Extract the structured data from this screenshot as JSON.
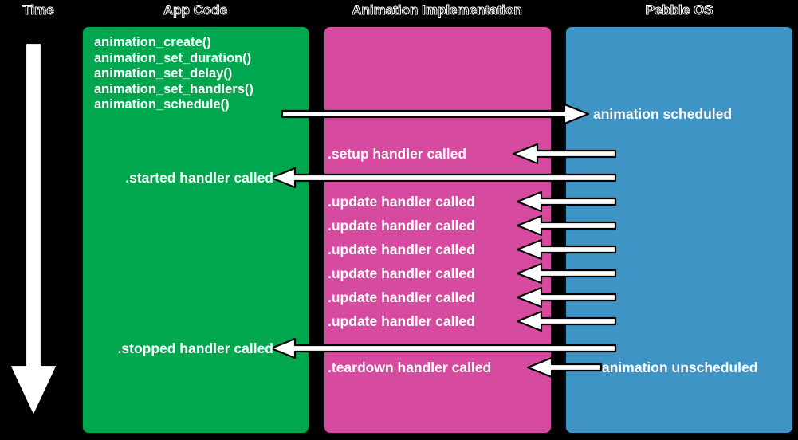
{
  "diagram": {
    "title_columns": [
      {
        "id": "time",
        "label": "Time"
      },
      {
        "id": "app",
        "label": "App Code"
      },
      {
        "id": "anim",
        "label": "Animation Implementation"
      },
      {
        "id": "pebble",
        "label": "Pebble OS"
      }
    ],
    "colors": {
      "background": "#000000",
      "app_code": "#00a74e",
      "animation_implementation": "#d64ba0",
      "pebble_os": "#3f94c6",
      "arrow_fill": "#ffffff",
      "arrow_stroke": "#000000",
      "text": "#ffffff"
    },
    "time_axis": {
      "label": "Time",
      "direction": "downward",
      "icon": "down-arrow-icon"
    },
    "app_code_calls": [
      "animation_create()",
      "animation_set_duration()",
      "animation_set_delay()",
      "animation_set_handlers()",
      "animation_schedule()"
    ],
    "messages": [
      {
        "id": "animation-scheduled",
        "label": "animation scheduled",
        "lane": "pebble",
        "direction": "right",
        "from": "app",
        "to": "pebble"
      },
      {
        "id": "setup-handler",
        "label": ".setup handler called",
        "lane": "anim",
        "direction": "left",
        "from": "pebble",
        "to": "anim"
      },
      {
        "id": "started-handler",
        "label": ".started handler called",
        "lane": "app",
        "direction": "left",
        "from": "pebble",
        "to": "app"
      },
      {
        "id": "update-handler-1",
        "label": ".update handler called",
        "lane": "anim",
        "direction": "left",
        "from": "pebble",
        "to": "anim"
      },
      {
        "id": "update-handler-2",
        "label": ".update handler called",
        "lane": "anim",
        "direction": "left",
        "from": "pebble",
        "to": "anim"
      },
      {
        "id": "update-handler-3",
        "label": ".update handler called",
        "lane": "anim",
        "direction": "left",
        "from": "pebble",
        "to": "anim"
      },
      {
        "id": "update-handler-4",
        "label": ".update handler called",
        "lane": "anim",
        "direction": "left",
        "from": "pebble",
        "to": "anim"
      },
      {
        "id": "update-handler-5",
        "label": ".update handler called",
        "lane": "anim",
        "direction": "left",
        "from": "pebble",
        "to": "anim"
      },
      {
        "id": "update-handler-6",
        "label": ".update handler called",
        "lane": "anim",
        "direction": "left",
        "from": "pebble",
        "to": "anim"
      },
      {
        "id": "stopped-handler",
        "label": ".stopped handler called",
        "lane": "app",
        "direction": "left",
        "from": "pebble",
        "to": "app"
      },
      {
        "id": "teardown-handler",
        "label": ".teardown handler called",
        "lane": "anim",
        "direction": "left",
        "from": "pebble",
        "to": "anim"
      },
      {
        "id": "animation-unscheduled",
        "label": "animation unscheduled",
        "lane": "pebble",
        "direction": "none",
        "from": "pebble",
        "to": "pebble"
      }
    ]
  }
}
